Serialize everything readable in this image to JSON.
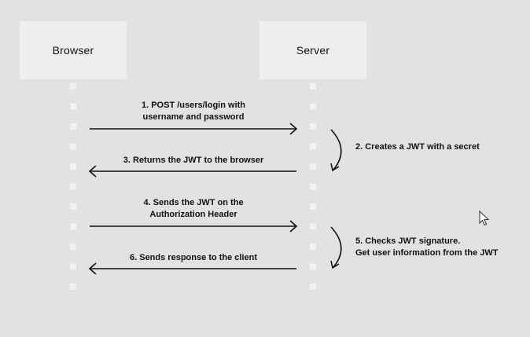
{
  "actors": {
    "browser": "Browser",
    "server": "Server"
  },
  "steps": {
    "step1_line1": "1. POST /users/login with",
    "step1_line2": "username and password",
    "step2": "2. Creates a JWT with a secret",
    "step3": "3. Returns the JWT to the browser",
    "step4_line1": "4. Sends the JWT on the",
    "step4_line2": "Authorization Header",
    "step5_line1": "5. Checks JWT signature.",
    "step5_line2": "Get user information from the JWT",
    "step6": "6. Sends response to the client"
  },
  "colors": {
    "background": "#e1e2e4",
    "actor_box": "#eeeff0",
    "lifeline_dot": "#f2f2f3",
    "arrow": "#111111"
  }
}
